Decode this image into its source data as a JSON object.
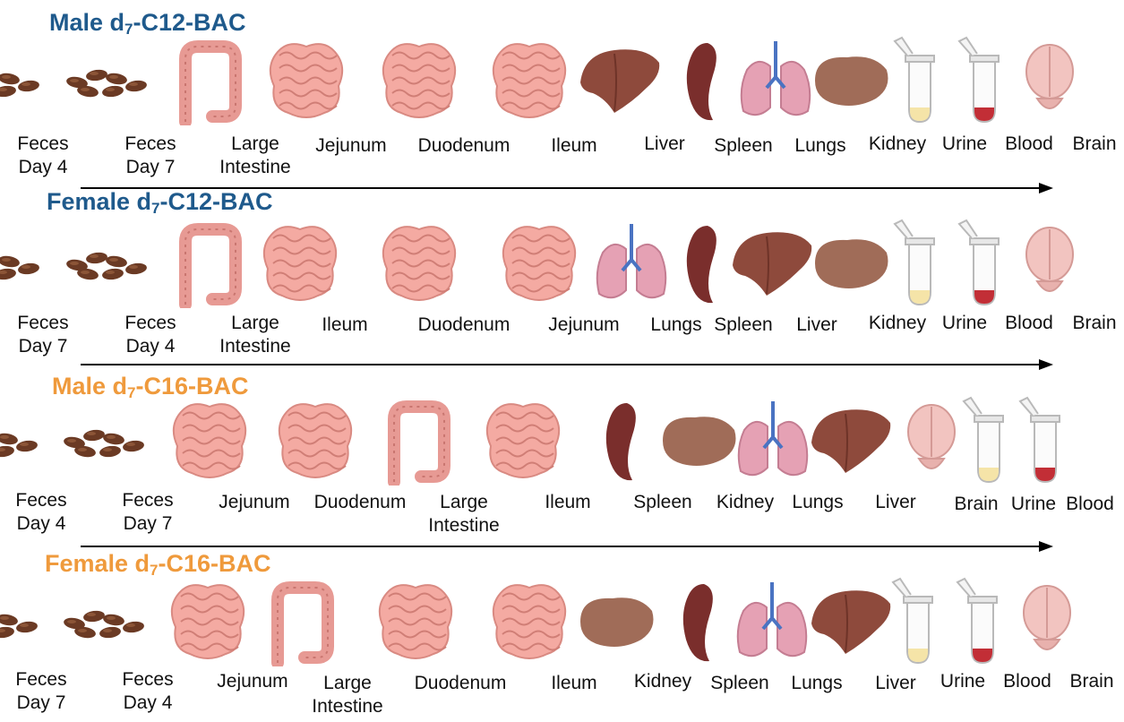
{
  "palette": {
    "male_c12": "#1f5a8c",
    "female_c12": "#1f5a8c",
    "male_c16": "#ef9a3c",
    "female_c16": "#ef9a3c"
  },
  "rows": [
    {
      "title_main": "Male d",
      "title_sub": "7",
      "title_rest": "-C12-BAC",
      "color": "#1f5a8c",
      "items": [
        {
          "icon": "feces-icon",
          "label": "Feces\nDay 4"
        },
        {
          "icon": "feces-icon",
          "label": "Feces\nDay 7"
        },
        {
          "icon": "large-intestine-icon",
          "label": "Large\nIntestine"
        },
        {
          "icon": "small-intestine-icon",
          "label": "Jejunum"
        },
        {
          "icon": "small-intestine-icon",
          "label": "Duodenum"
        },
        {
          "icon": "small-intestine-icon",
          "label": "Ileum"
        },
        {
          "icon": "liver-icon",
          "label": "Liver"
        },
        {
          "icon": "spleen-icon",
          "label": "Spleen"
        },
        {
          "icon": "lungs-icon",
          "label": "Lungs"
        },
        {
          "icon": "kidney-icon",
          "label": "Kidney"
        },
        {
          "icon": "urine-tube-icon",
          "label": "Urine"
        },
        {
          "icon": "blood-tube-icon",
          "label": "Blood"
        },
        {
          "icon": "brain-icon",
          "label": "Brain"
        }
      ]
    },
    {
      "title_main": "Female d",
      "title_sub": "7",
      "title_rest": "-C12-BAC",
      "color": "#1f5a8c",
      "items": [
        {
          "icon": "feces-icon",
          "label": "Feces\nDay 7"
        },
        {
          "icon": "feces-icon",
          "label": "Feces\nDay 4"
        },
        {
          "icon": "large-intestine-icon",
          "label": "Large\nIntestine"
        },
        {
          "icon": "small-intestine-icon",
          "label": "Ileum"
        },
        {
          "icon": "small-intestine-icon",
          "label": "Duodenum"
        },
        {
          "icon": "small-intestine-icon",
          "label": "Jejunum"
        },
        {
          "icon": "lungs-icon",
          "label": "Lungs"
        },
        {
          "icon": "spleen-icon",
          "label": "Spleen"
        },
        {
          "icon": "liver-icon",
          "label": "Liver"
        },
        {
          "icon": "kidney-icon",
          "label": "Kidney"
        },
        {
          "icon": "urine-tube-icon",
          "label": "Urine"
        },
        {
          "icon": "blood-tube-icon",
          "label": "Blood"
        },
        {
          "icon": "brain-icon",
          "label": "Brain"
        }
      ]
    },
    {
      "title_main": "Male d",
      "title_sub": "7",
      "title_rest": "-C16-BAC",
      "color": "#ef9a3c",
      "items": [
        {
          "icon": "feces-icon",
          "label": "Feces\nDay 4"
        },
        {
          "icon": "feces-icon",
          "label": "Feces\nDay 7"
        },
        {
          "icon": "small-intestine-icon",
          "label": "Jejunum"
        },
        {
          "icon": "small-intestine-icon",
          "label": "Duodenum"
        },
        {
          "icon": "large-intestine-icon",
          "label": "Large\nIntestine"
        },
        {
          "icon": "small-intestine-icon",
          "label": "Ileum"
        },
        {
          "icon": "spleen-icon",
          "label": "Spleen"
        },
        {
          "icon": "kidney-icon",
          "label": "Kidney"
        },
        {
          "icon": "lungs-icon",
          "label": "Lungs"
        },
        {
          "icon": "liver-icon",
          "label": "Liver"
        },
        {
          "icon": "brain-icon",
          "label": "Brain"
        },
        {
          "icon": "urine-tube-icon",
          "label": "Urine"
        },
        {
          "icon": "blood-tube-icon",
          "label": "Blood"
        }
      ]
    },
    {
      "title_main": "Female d",
      "title_sub": "7",
      "title_rest": "-C16-BAC",
      "color": "#ef9a3c",
      "items": [
        {
          "icon": "feces-icon",
          "label": "Feces\nDay 7"
        },
        {
          "icon": "feces-icon",
          "label": "Feces\nDay 4"
        },
        {
          "icon": "small-intestine-icon",
          "label": "Jejunum"
        },
        {
          "icon": "large-intestine-icon",
          "label": "Large\nIntestine"
        },
        {
          "icon": "small-intestine-icon",
          "label": "Duodenum"
        },
        {
          "icon": "small-intestine-icon",
          "label": "Ileum"
        },
        {
          "icon": "kidney-icon",
          "label": "Kidney"
        },
        {
          "icon": "spleen-icon",
          "label": "Spleen"
        },
        {
          "icon": "lungs-icon",
          "label": "Lungs"
        },
        {
          "icon": "liver-icon",
          "label": "Liver"
        },
        {
          "icon": "urine-tube-icon",
          "label": "Urine"
        },
        {
          "icon": "blood-tube-icon",
          "label": "Blood"
        },
        {
          "icon": "brain-icon",
          "label": "Brain"
        }
      ]
    }
  ]
}
